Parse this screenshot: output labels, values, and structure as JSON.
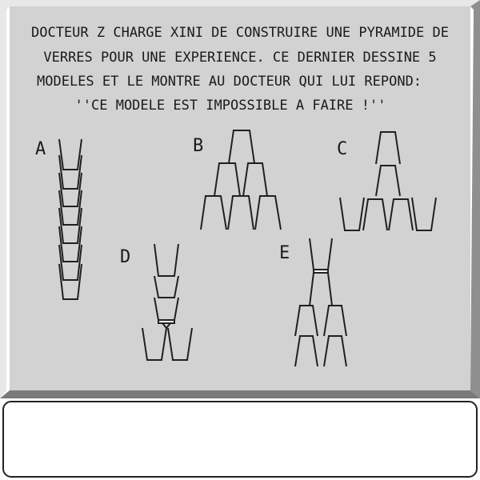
{
  "puzzle": {
    "text_lines": [
      "DOCTEUR  Z CHARGE XINI DE CONSTRUIRE UNE PYRAMIDE DE",
      "VERRES POUR UNE EXPERIENCE. CE DERNIER DESSINE  5",
      "MODELES   ET LE MONTRE AU DOCTEUR QUI LUI REPOND:",
      "''CE MODELE EST IMPOSSIBLE A FAIRE !''"
    ],
    "models": [
      {
        "id": "A",
        "label": "A",
        "description": "stack-of-cups"
      },
      {
        "id": "B",
        "label": "B",
        "description": "pyramid-3-2-1"
      },
      {
        "id": "C",
        "label": "C",
        "description": "pyramid-wide-base"
      },
      {
        "id": "D",
        "label": "D",
        "description": "tower-on-pair"
      },
      {
        "id": "E",
        "label": "E",
        "description": "inverted-pair-on-columns"
      }
    ]
  },
  "answer_box": {
    "text": ""
  },
  "colors": {
    "panel": "#d4d4d4",
    "bevel_light": "#e6e6e6",
    "bevel_dark": "#9a9a9a",
    "ink": "#202020"
  }
}
